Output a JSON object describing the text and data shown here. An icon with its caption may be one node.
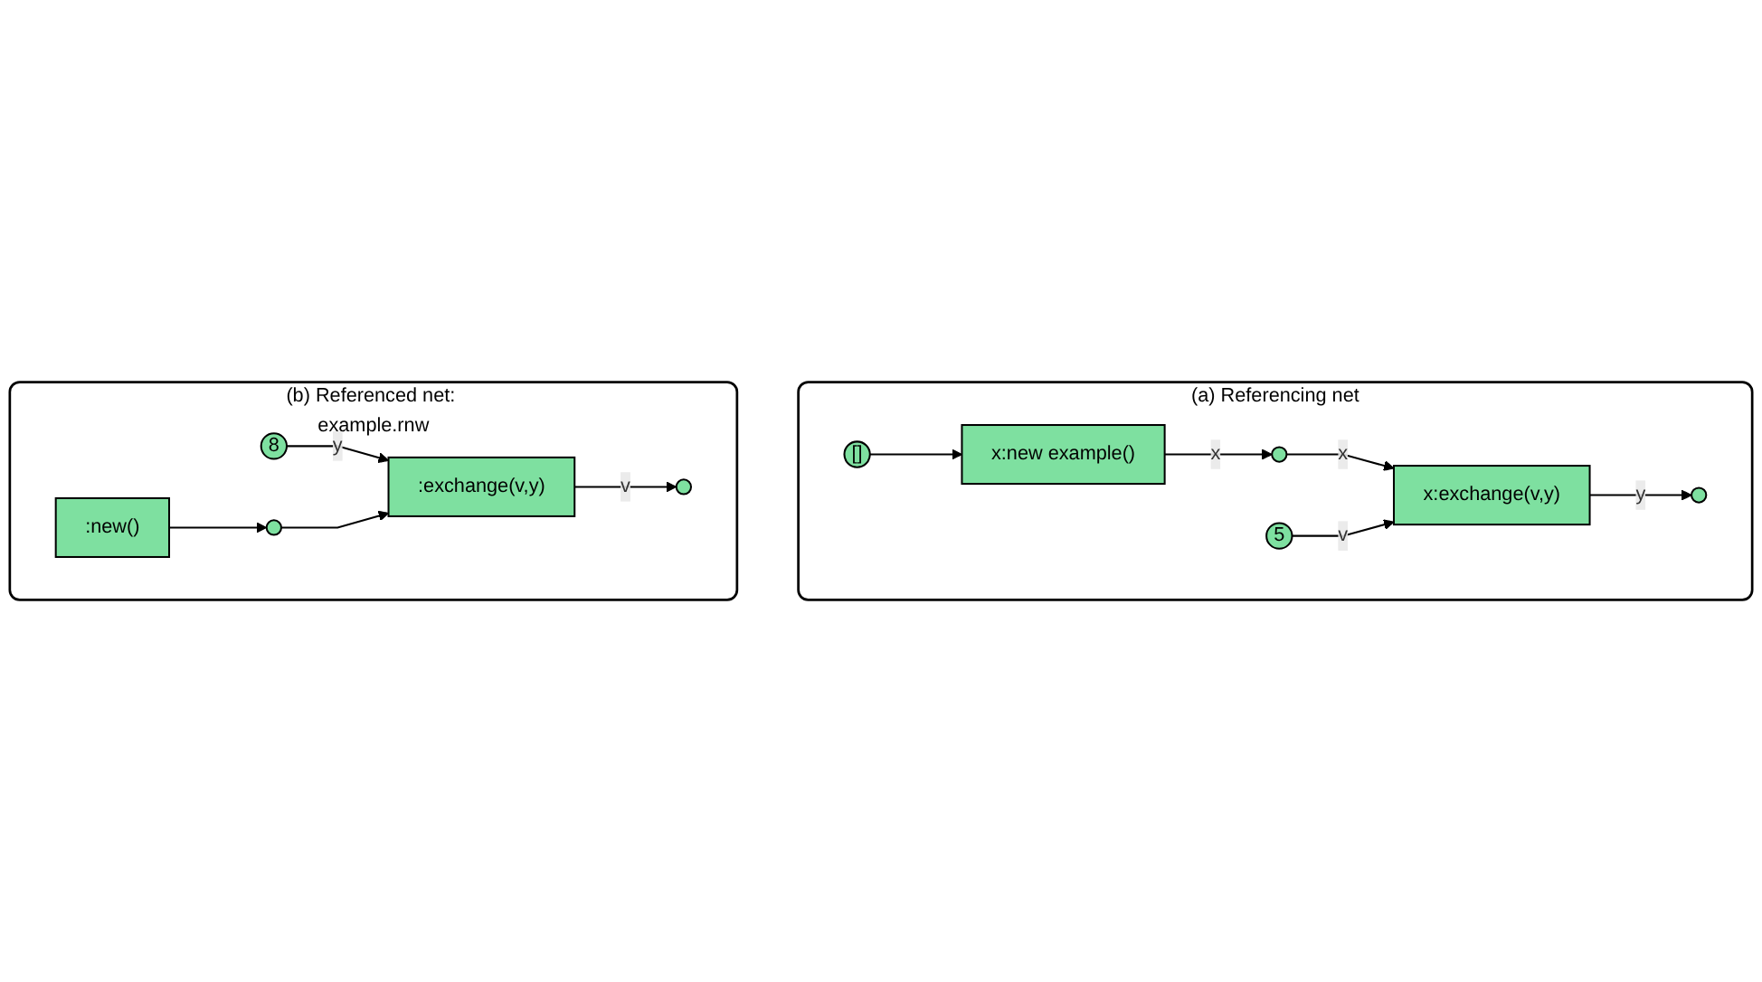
{
  "diagram": {
    "nodes": [
      {
        "text": [
          "(a) Referencing net"
        ]
      },
      {
        "text": [
          "[]"
        ],
        "in": 0
      },
      {
        "text": [
          "x:new example()"
        ],
        "in": 0
      },
      {
        "text": [],
        "shape": "circle",
        "in": 0
      },
      {
        "text": [
          "5"
        ],
        "in": 0
      },
      {
        "text": [
          "x:exchange(v,y)"
        ],
        "in": 0
      },
      {
        "text": [],
        "shape": "circle",
        "in": 0
      },
      {
        "text": [
          "(b) Referenced net: example.rnw"
        ]
      },
      {
        "text": [
          ":new()"
        ],
        "in": 7
      },
      {
        "text": [],
        "shape": "circle",
        "in": 7
      },
      {
        "text": [
          "8"
        ],
        "in": 7
      },
      {
        "text": [
          ":exchange(v,y)"
        ],
        "in": 7
      },
      {
        "text": [],
        "shape": "circle",
        "in": 7
      }
    ],
    "edges": [
      {
        "from": 1,
        "to": 2,
        "arrow": "to"
      },
      {
        "from": 2,
        "to": 3,
        "arrow": "to",
        "label": "x"
      },
      {
        "from": 3,
        "to": 5,
        "arrow": "to",
        "label": "x"
      },
      {
        "from": 4,
        "to": 5,
        "arrow": "to",
        "label": "v"
      },
      {
        "from": 5,
        "to": 6,
        "arrow": "to",
        "label": "y"
      },
      {
        "from": 8,
        "to": 9,
        "arrow": "to"
      },
      {
        "from": 10,
        "to": 11,
        "arrow": "to",
        "label": "y"
      },
      {
        "from": 9,
        "to": 11,
        "arrow": "to"
      },
      {
        "from": 11,
        "to": 12,
        "arrow": "to",
        "label": "v"
      }
    ]
  }
}
